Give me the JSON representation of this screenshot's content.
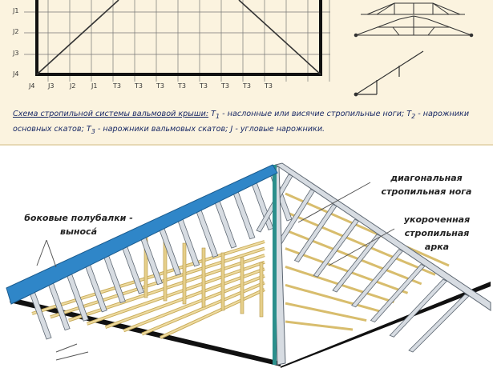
{
  "plan": {
    "row_labels": [
      "J1",
      "J2",
      "J3",
      "J4"
    ],
    "bottom_labels": [
      "J4",
      "J3",
      "J2",
      "J1",
      "T3",
      "T3",
      "T3",
      "T3",
      "T3",
      "T3",
      "T3",
      "T3"
    ]
  },
  "caption": {
    "lead": "Схема стропильной системы вальмовой крыши:",
    "t1_symbol": "T",
    "t1_sub": "1",
    "t1_text": " - наслонные или висячие стропильные ноги; ",
    "t2_symbol": "T",
    "t2_sub": "2",
    "t2_text": " - нарожники основных скатов; ",
    "t3_symbol": "T",
    "t3_sub": "3",
    "t3_text": " - нарожники вальмовых скатов; ",
    "j_text": "J - угловые нарожники."
  },
  "callouts": {
    "diagonal_rafter": "диагональная стропильная нога",
    "shortened_arch": "укороченная стропильная арка",
    "lateral_beams": "боковые полубалки - выноса́"
  },
  "colors": {
    "panel_bg": "#fbf3df",
    "plan_lines": "#222222",
    "rafter_fill": "#cfd5dc",
    "rafter_stroke": "#5e6873",
    "wood": "#e6cf8a",
    "fascia": "#2f86c8",
    "ridge_post": "#2b8f8c"
  }
}
